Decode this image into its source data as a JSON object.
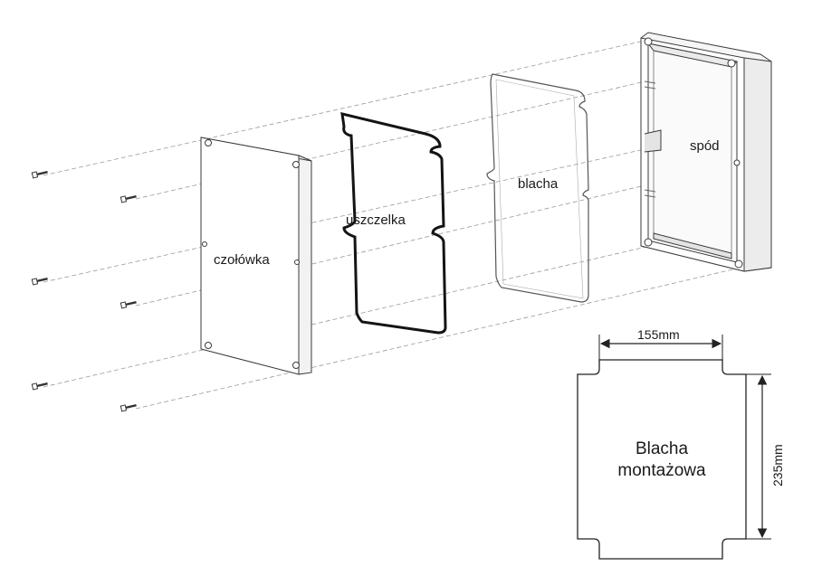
{
  "parts": {
    "front": "czołówka",
    "gasket": "uszczelka",
    "plate": "blacha",
    "base": "spód"
  },
  "plate_drawing": {
    "width_label": "155mm",
    "height_label": "235mm",
    "title_line1": "Blacha",
    "title_line2": "montażowa"
  },
  "colors": {
    "line": "#3a3a3a",
    "guide": "#9a9a9a",
    "gasket": "#141414"
  }
}
